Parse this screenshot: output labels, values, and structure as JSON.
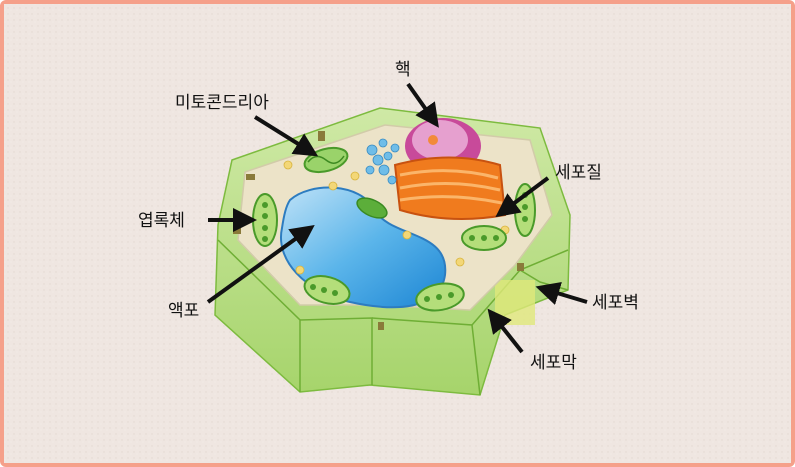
{
  "diagram": {
    "labels": {
      "nucleus": "핵",
      "mitochondria": "미토콘드리아",
      "cytoplasm": "세포질",
      "chloroplast": "엽록체",
      "vacuole": "액포",
      "cell_wall": "세포벽",
      "cell_membrane": "세포막"
    }
  }
}
